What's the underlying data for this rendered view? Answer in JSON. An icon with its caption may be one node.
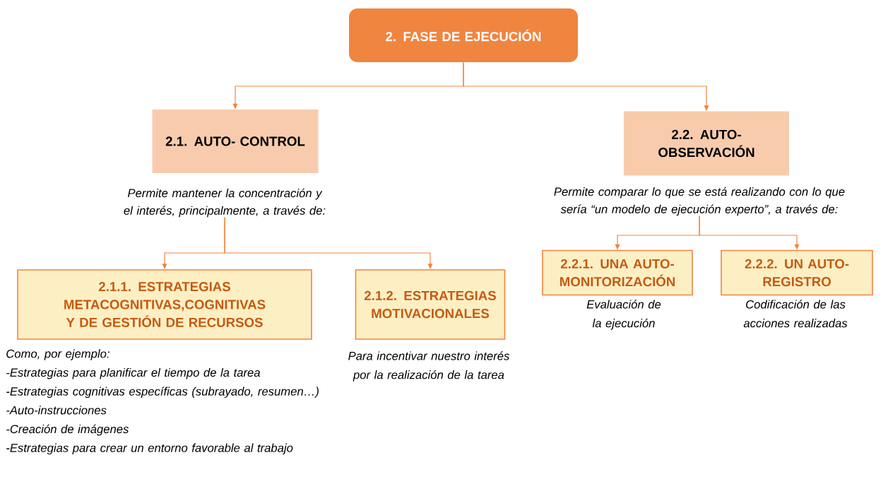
{
  "diagram": {
    "nodes": [
      {
        "text": [
          "2. FASE DE EJECUCIÓN"
        ]
      },
      {
        "text": [
          "2.1. AUTO- CONTROL"
        ]
      },
      {
        "text": [
          "2.2. AUTO- OBSERVACIÓN"
        ]
      },
      {
        "text": [
          "Permite mantener la concentración y el interés, principalmente, a través de:"
        ]
      },
      {
        "text": [
          "Permite comparar lo que se está realizando con lo que sería “un modelo de ejecución experto”, a través de:"
        ]
      },
      {
        "text": [
          "2.1.1. ESTRATEGIAS METACOGNITIVAS,COGNITIVAS Y DE GESTIÓN DE RECURSOS"
        ],
        "beside": [
          "Como, por ejemplo:",
          "-Estrategias para planificar el tiempo de la tarea",
          "-Estrategias cognitivas específicas (subrayado, resumen…)",
          "-Auto-instrucciones",
          "-Creación de imágenes",
          "-Estrategias para crear un entorno favorable al trabajo"
        ]
      },
      {
        "text": [
          "2.1.2. ESTRATEGIAS MOTIVACIONALES"
        ],
        "beside": [
          "Para incentivar nuestro interés por la realización de la tarea"
        ]
      },
      {
        "text": [
          "2.2.1. UNA AUTO- MONITORIZACIÓN"
        ],
        "beside": [
          "Evaluación de la ejecución"
        ]
      },
      {
        "text": [
          "2.2.2.  UN AUTO- REGISTRO"
        ],
        "beside": [
          "Codificación de las acciones realizadas"
        ]
      }
    ],
    "edges": [
      {
        "from": 0,
        "to": 1,
        "arrow": "to"
      },
      {
        "from": 0,
        "to": 2,
        "arrow": "to"
      },
      {
        "from": 3,
        "to": 5,
        "arrow": "to"
      },
      {
        "from": 3,
        "to": 6,
        "arrow": "to"
      },
      {
        "from": 4,
        "to": 7,
        "arrow": "to"
      },
      {
        "from": 4,
        "to": 8,
        "arrow": "to"
      }
    ]
  }
}
